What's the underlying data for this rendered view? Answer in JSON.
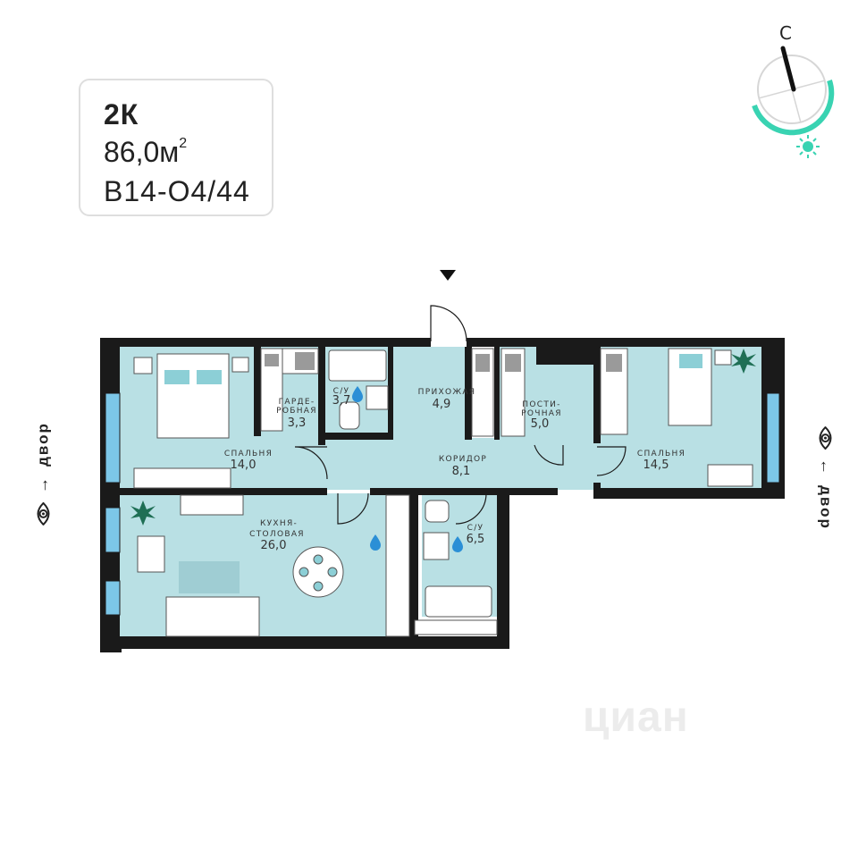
{
  "info_card": {
    "type": "2К",
    "area": "86,0м",
    "area_unit_sup": "2",
    "code": "В14-О4/44"
  },
  "compass": {
    "north_label": "С",
    "sun_icon": "sun-icon"
  },
  "entrance_icon": "triangle-down-icon",
  "view_labels": {
    "left": "двор",
    "right": "двор",
    "icon": "eye-icon"
  },
  "rooms": {
    "bedroom1": {
      "label": "СПАЛЬНЯ",
      "area": "14,0"
    },
    "wardrobe": {
      "label_line1": "ГАРДЕ-",
      "label_line2": "РОБНАЯ",
      "area": "3,3"
    },
    "bath1": {
      "label": "С/У",
      "area": "3,7"
    },
    "hall": {
      "label": "ПРИХОЖАЯ",
      "area": "4,9"
    },
    "linen": {
      "label_line1": "ПОСТИ-",
      "label_line2": "РОЧНАЯ",
      "area": "5,0"
    },
    "bedroom2": {
      "label": "СПАЛЬНЯ",
      "area": "14,5"
    },
    "corridor": {
      "label": "КОРИДОР",
      "area": "8,1"
    },
    "kitchen": {
      "label_line1": "КУХНЯ-",
      "label_line2": "СТОЛОВАЯ",
      "area": "26,0"
    },
    "bath2": {
      "label": "С/У",
      "area": "6,5"
    }
  },
  "watermark": "циан",
  "colors": {
    "floor": "#b9e0e4",
    "wall": "#1a1a1a",
    "accent": "#39d3b2",
    "window": "#7cc7e8",
    "water": "#2b8fd6"
  }
}
